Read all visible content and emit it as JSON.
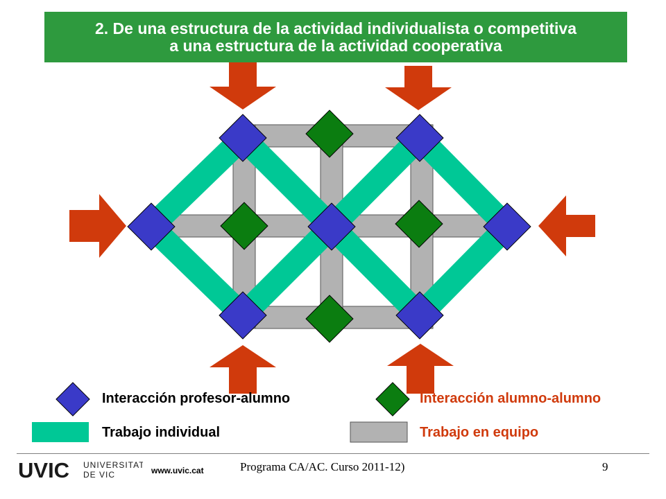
{
  "title": {
    "line1": "2. De una estructura de la actividad individualista o competitiva",
    "line2": "a una estructura de la actividad cooperativa"
  },
  "legend": {
    "profesor_alumno": "Interacción profesor-alumno",
    "alumno_alumno": "Interacción alumno-alumno",
    "individual": "Trabajo individual",
    "equipo": "Trabajo en equipo"
  },
  "colors": {
    "title_bg": "#2e9a3e",
    "arrow": "#d03a0c",
    "teal": "#00c896",
    "gray": "#b2b2b2",
    "blue": "#3a3ac8",
    "green": "#0b7d10",
    "legend_orange": "#d03a0c"
  },
  "footer": {
    "program": "Programa CA/AC. Curso 2011-12)",
    "page": "9",
    "logo_big": "UVIC",
    "logo_top": "UNIVERSITAT",
    "logo_bottom": "DE VIC",
    "url": "www.uvic.cat"
  }
}
